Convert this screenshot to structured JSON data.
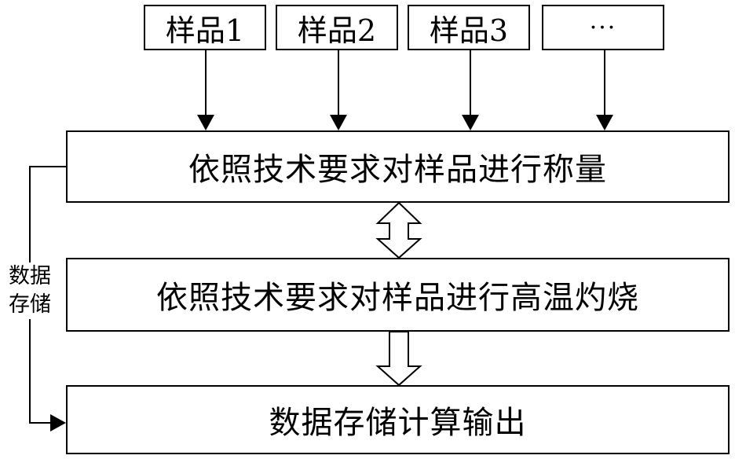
{
  "samples": [
    "样品1",
    "样品2",
    "样品3",
    "···"
  ],
  "steps": {
    "weigh": "依照技术要求对样品进行称量",
    "burn": "依照技术要求对样品进行高温灼烧",
    "output": "数据存储计算输出"
  },
  "side_label": {
    "line1": "数据",
    "line2": "存储"
  }
}
